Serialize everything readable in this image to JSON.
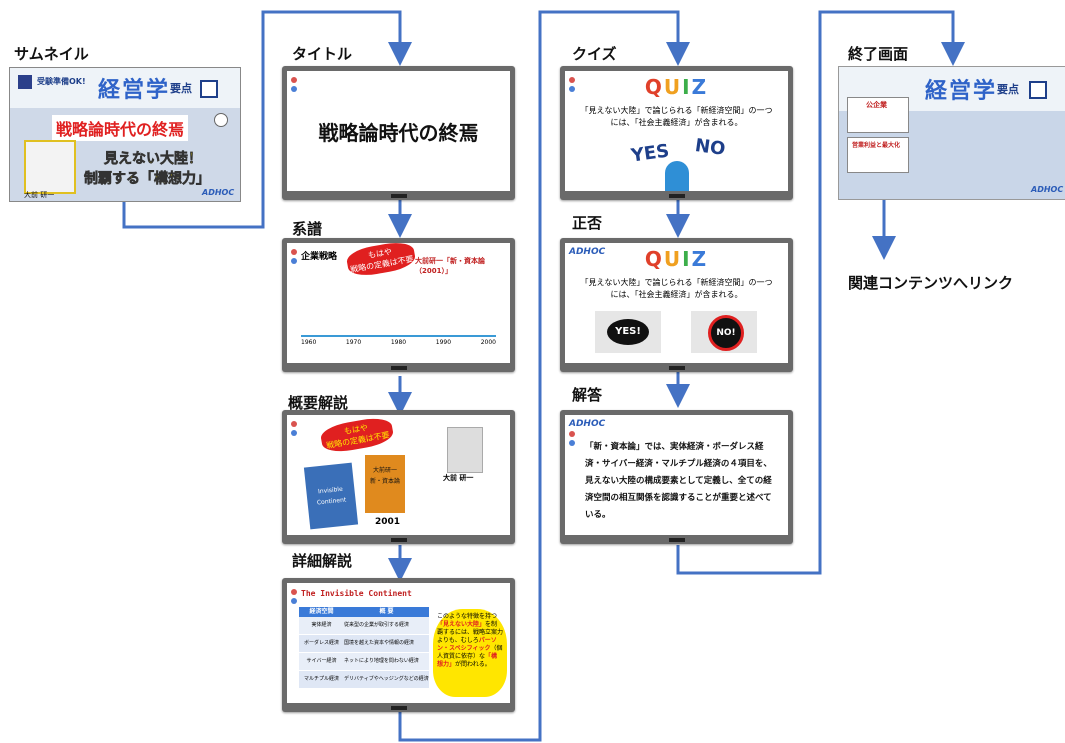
{
  "labels": {
    "thumbnail": "サムネイル",
    "title": "タイトル",
    "lineage": "系譜",
    "overview": "概要解説",
    "detail": "詳細解説",
    "quiz": "クイズ",
    "answer_check": "正否",
    "answer": "解答",
    "end_screen": "終了画面",
    "related_link": "関連コンテンツへリンク"
  },
  "thumbnail": {
    "badge": "受験準備OK!",
    "logo_main": "経営学",
    "logo_sub": "要点",
    "headline": "戦略論時代の終焉",
    "subline1": "見えない大陸！",
    "subline2": "制覇する「構想力」",
    "person_caption": "大前 研一",
    "brand": "ADHOC"
  },
  "title_slide": {
    "text": "戦略論時代の終焉"
  },
  "lineage_slide": {
    "heading": "企業戦略",
    "title": "大前研一「新・資本論（2001）」",
    "banner_l1": "もはや",
    "banner_l2": "戦略の定義は不要",
    "years": [
      "1960",
      "1970",
      "1980",
      "1990",
      "2000"
    ]
  },
  "overview_slide": {
    "banner_l1": "もはや",
    "banner_l2": "戦略の定義は不要",
    "book_left": "Invisible Continent",
    "book_right": "大前研一 新・資本論",
    "year": "2001",
    "person_caption": "大前 研一"
  },
  "detail_slide": {
    "title": "The Invisible Continent",
    "col1": "経済空間",
    "col2": "概 要",
    "rows": [
      [
        "実体経済",
        "従来型の企業が取引する経済"
      ],
      [
        "ボーダレス経済",
        "国境を越えた資本や情報の経済"
      ],
      [
        "サイバー経済",
        "ネットにより地理を問わない経済"
      ],
      [
        "マルチプル経済",
        "デリバティブやヘッジングなどの経済"
      ]
    ],
    "note1": "このような特徴を持つ",
    "note_red": "「見えない大陸」",
    "note2": "を制覇するには、戦略立案力よりも、むしろ",
    "note_red2": "パーソン・スペシフィック",
    "note3": "（個人資質に依存）な",
    "note_red3": "「構想力」",
    "note4": "が問われる。"
  },
  "quiz_slide": {
    "quiz_letters": [
      "Q",
      "U",
      "I",
      "Z"
    ],
    "question": "「見えない大陸」で論じられる「新経済空間」の一つには、「社会主義経済」が含まれる。",
    "yes": "YES",
    "no": "NO"
  },
  "check_slide": {
    "brand": "ADHOC",
    "quiz_letters": [
      "Q",
      "U",
      "I",
      "Z"
    ],
    "question": "「見えない大陸」で論じられる「新経済空間」の一つには、「社会主義経済」が含まれる。",
    "yes": "YES!",
    "no": "NO!"
  },
  "answer_slide": {
    "brand": "ADHOC",
    "text": "「新・資本論」では、実体経済・ボーダレス経済・サイバー経済・マルチプル経済の４項目を、見えない大陸の構成要素として定義し、全ての経済空間の相互関係を認識することが重要と述べている。"
  },
  "end_slide": {
    "logo_main": "経営学",
    "logo_sub": "要点",
    "brand": "ADHOC",
    "card1": "公企業",
    "card2": "営業利益と最大化"
  },
  "colors": {
    "arrow": "#4472c4",
    "red": "#e02020",
    "navy": "#1e3f8a",
    "yellow": "#ffe600"
  }
}
